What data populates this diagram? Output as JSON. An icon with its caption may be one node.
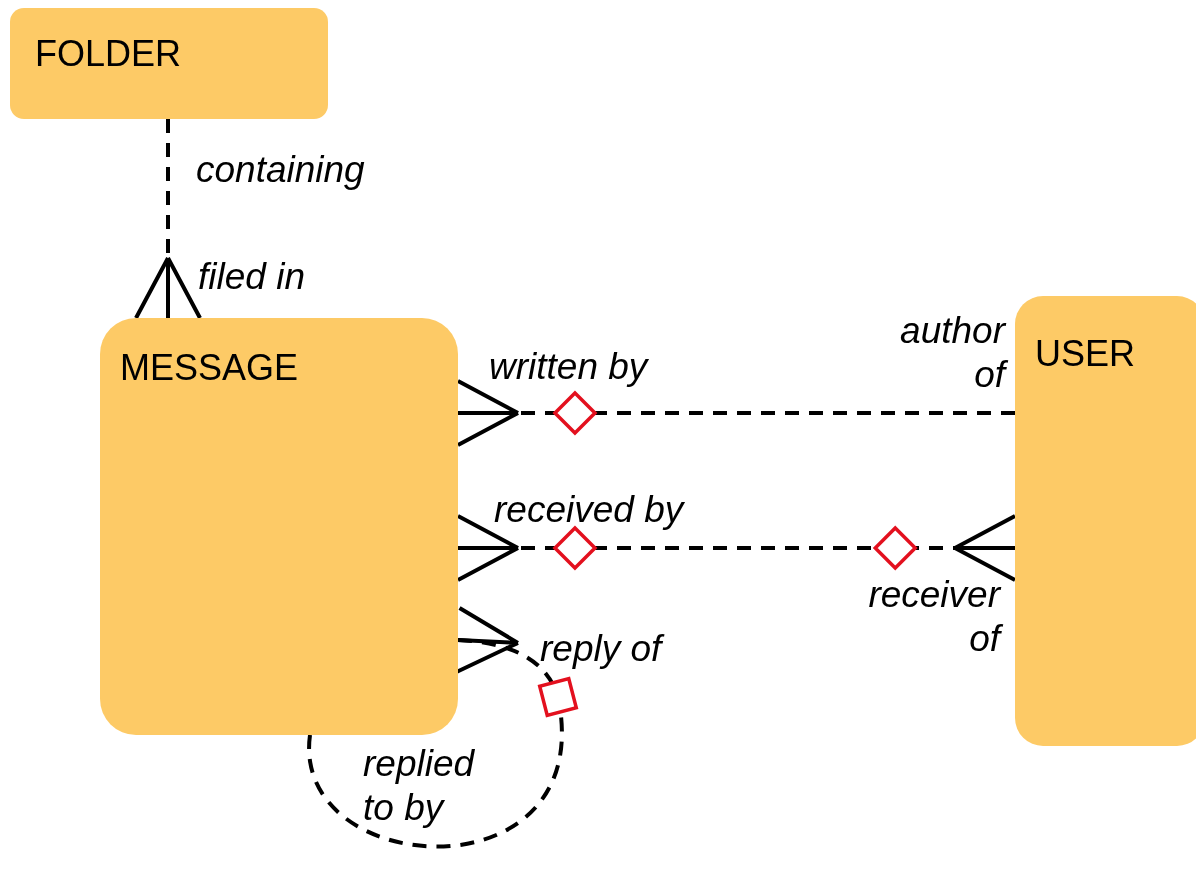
{
  "diagram": {
    "nodes": [
      {
        "text": [
          "FOLDER"
        ]
      },
      {
        "text": [
          "MESSAGE"
        ]
      },
      {
        "text": [
          "USER"
        ]
      }
    ],
    "edges": [
      {
        "from": 0,
        "to": 1,
        "arrow": "other",
        "style": "dashed"
      },
      {
        "from": 2,
        "to": 1,
        "arrow": "other",
        "style": "dashed"
      },
      {
        "from": 2,
        "to": 1,
        "arrow": "other",
        "style": "dashed"
      },
      {
        "from": 1,
        "to": 1,
        "arrow": "other",
        "style": "dashed"
      }
    ],
    "labels": [
      "containing",
      "filed in",
      "written by",
      "author of",
      "received by",
      "receiver of",
      "reply of",
      "replied to by"
    ]
  }
}
